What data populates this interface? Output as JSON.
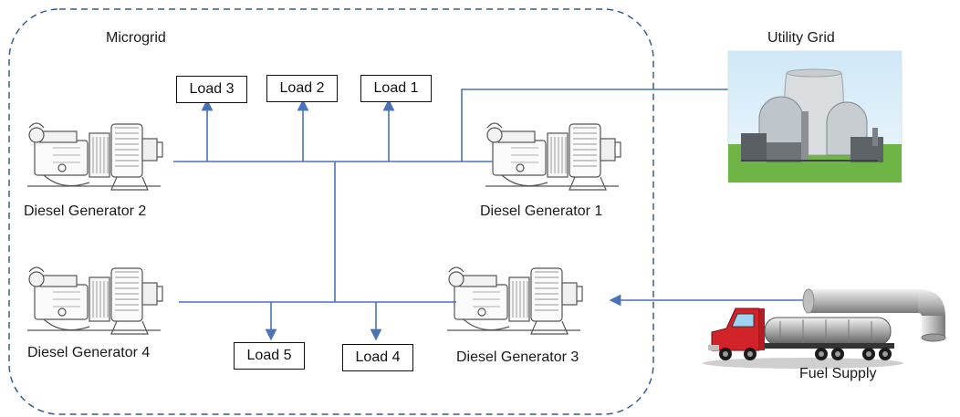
{
  "microgrid": {
    "label": "Microgrid"
  },
  "utility": {
    "label": "Utility Grid"
  },
  "fuel": {
    "label": "Fuel Supply"
  },
  "generators": [
    {
      "label": "Diesel Generator 1"
    },
    {
      "label": "Diesel Generator 2"
    },
    {
      "label": "Diesel Generator 3"
    },
    {
      "label": "Diesel Generator 4"
    }
  ],
  "loads": [
    {
      "label": "Load 1"
    },
    {
      "label": "Load 2"
    },
    {
      "label": "Load 3"
    },
    {
      "label": "Load 4"
    },
    {
      "label": "Load 5"
    }
  ],
  "colors": {
    "line": "#4a72b8",
    "boundary": "#3b5996",
    "truck_cab": "#d2232a",
    "grass": "#6fb545"
  }
}
